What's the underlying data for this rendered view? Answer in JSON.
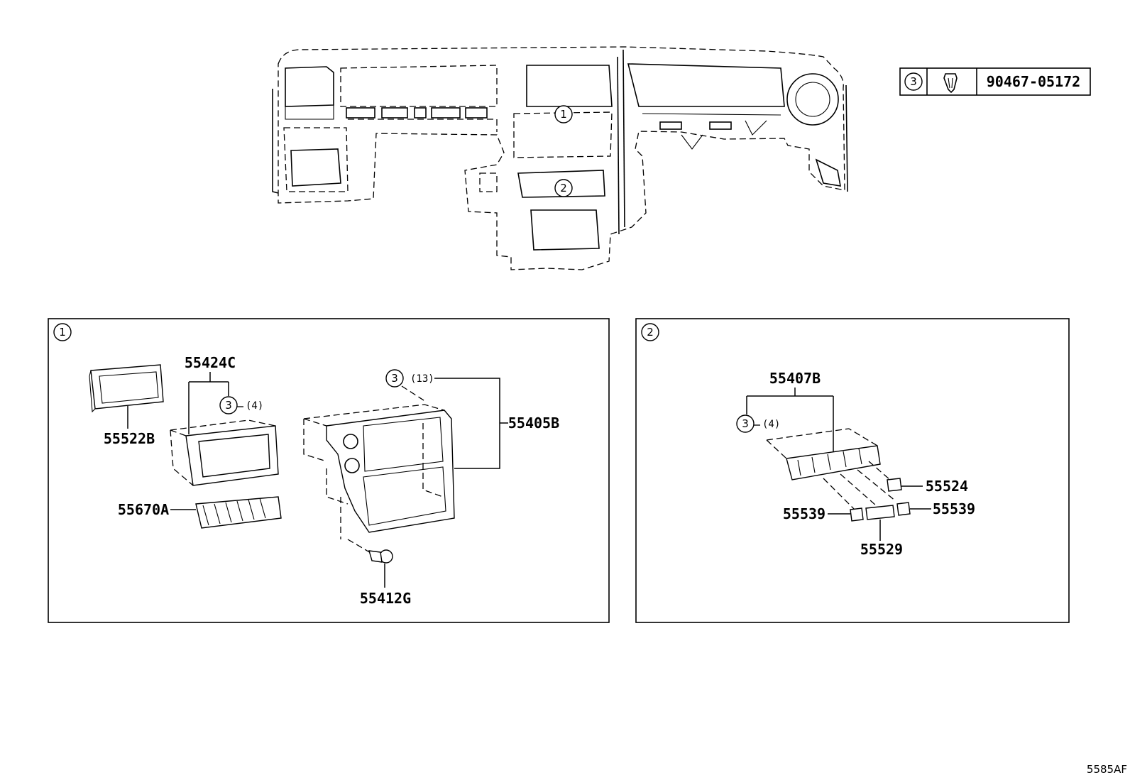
{
  "reference_table": {
    "circle": "3",
    "part_number": "90467-05172",
    "icon": "clip-icon"
  },
  "overview": {
    "callout_1": "1",
    "callout_2": "2"
  },
  "panel_1": {
    "badge": "1",
    "parts": {
      "p55424C": "55424C",
      "p55522B": "55522B",
      "p55670A": "55670A",
      "p55405B": "55405B",
      "p55412G": "55412G"
    },
    "clip_a": {
      "circle": "3",
      "qty": "(4)"
    },
    "clip_b": {
      "circle": "3",
      "qty": "(13)"
    }
  },
  "panel_2": {
    "badge": "2",
    "parts": {
      "p55407B": "55407B",
      "p55524": "55524",
      "p55539_left": "55539",
      "p55539_right": "55539",
      "p55529": "55529"
    },
    "clip": {
      "circle": "3",
      "qty": "(4)"
    }
  },
  "diagram_code": "5585AF"
}
